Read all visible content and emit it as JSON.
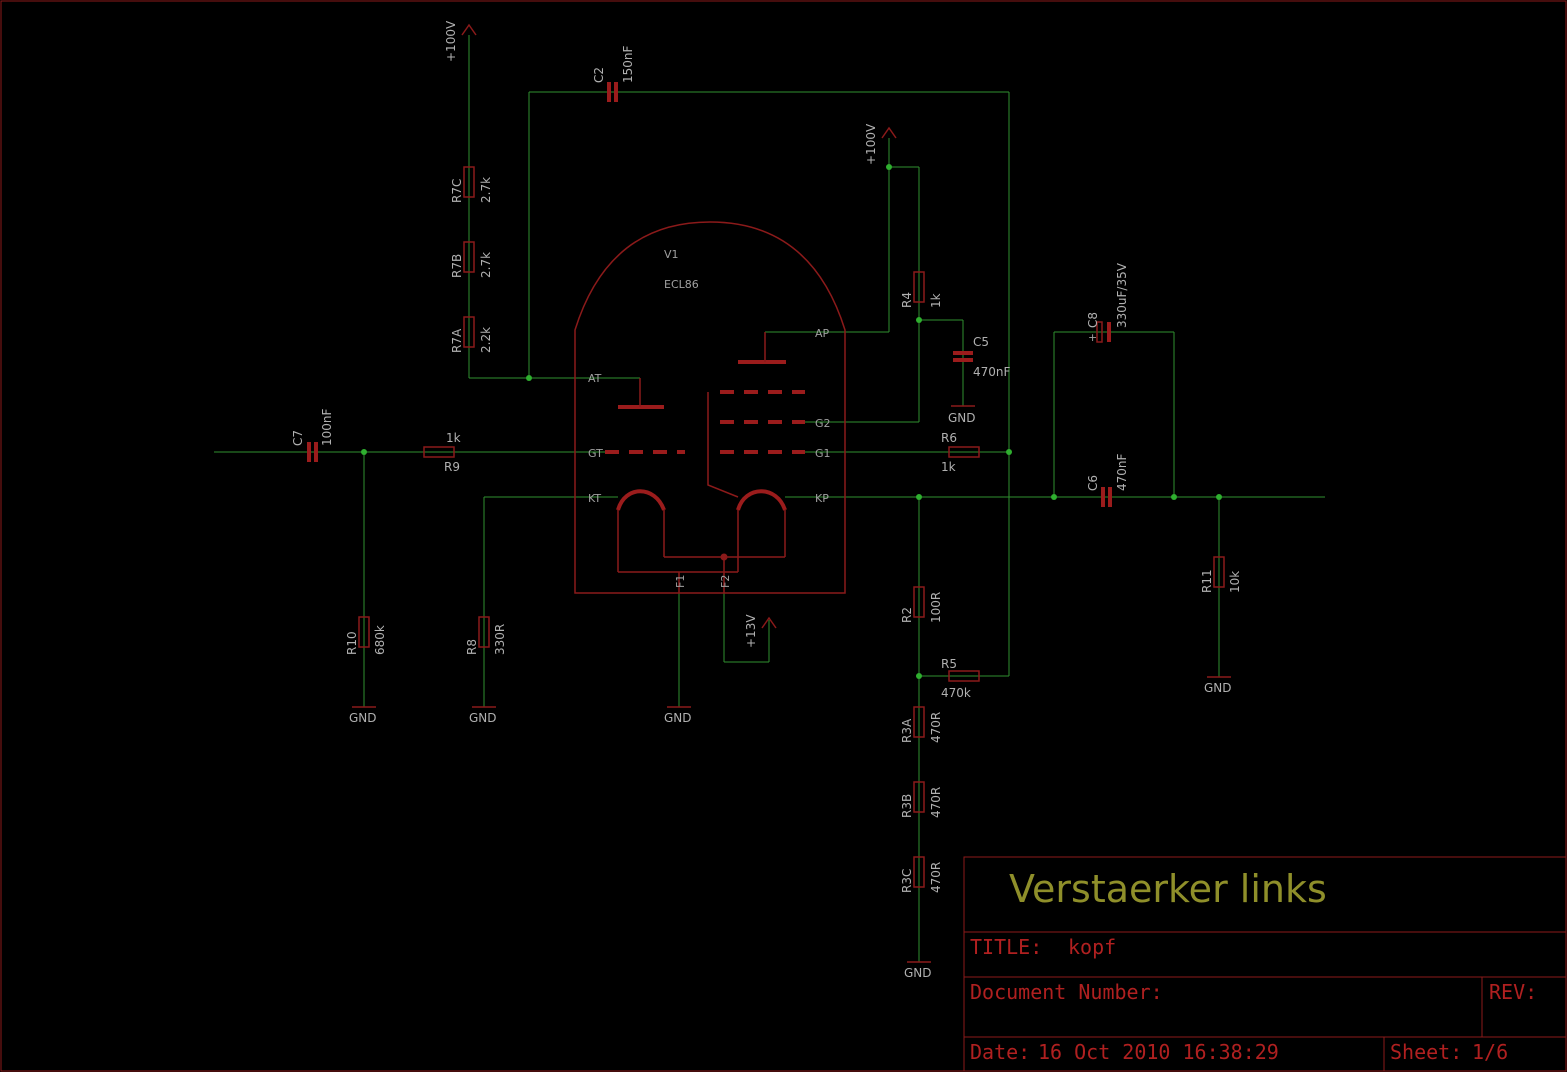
{
  "supplies": {
    "v100_a": "+100V",
    "v100_b": "+100V",
    "v13": "+13V"
  },
  "tube": {
    "name": "V1",
    "type": "ECL86",
    "pins": {
      "at": "AT",
      "gt": "GT",
      "kt": "KT",
      "ap": "AP",
      "g2": "G2",
      "g1": "G1",
      "kp": "KP",
      "f1": "F1",
      "f2": "F2"
    }
  },
  "parts": {
    "c2": {
      "name": "C2",
      "value": "150nF"
    },
    "r7c": {
      "name": "R7C",
      "value": "2.7k"
    },
    "r7b": {
      "name": "R7B",
      "value": "2.7k"
    },
    "r7a": {
      "name": "R7A",
      "value": "2.2k"
    },
    "r4": {
      "name": "R4",
      "value": "1k"
    },
    "c5": {
      "name": "C5",
      "value": "470nF"
    },
    "c8": {
      "name": "C8",
      "value": "330uF/35V",
      "polarity": "+"
    },
    "c7": {
      "name": "C7",
      "value": "100nF"
    },
    "r9": {
      "name": "R9",
      "value": "1k"
    },
    "r6": {
      "name": "R6",
      "value": "1k"
    },
    "c6": {
      "name": "C6",
      "value": "470nF"
    },
    "r10": {
      "name": "R10",
      "value": "680k"
    },
    "r8": {
      "name": "R8",
      "value": "330R"
    },
    "r2": {
      "name": "R2",
      "value": "100R"
    },
    "r5": {
      "name": "R5",
      "value": "470k"
    },
    "r3a": {
      "name": "R3A",
      "value": "470R"
    },
    "r3b": {
      "name": "R3B",
      "value": "470R"
    },
    "r3c": {
      "name": "R3C",
      "value": "470R"
    },
    "r11": {
      "name": "R11",
      "value": "10k"
    }
  },
  "gnd": "GND",
  "titleblock": {
    "heading": "Verstaerker links",
    "title_label": "TITLE:",
    "title_value": "kopf",
    "docnum_label": "Document Number:",
    "rev_label": "REV:",
    "date_label": "Date:",
    "date_value": "16 Oct 2010 16:38:29",
    "sheet_label": "Sheet:",
    "sheet_value": "1/6"
  },
  "colors": {
    "wire": "#2f8f2f",
    "part": "#8b1a1a",
    "junction": "#2faf2f",
    "title": "#8f8f2a",
    "text": "#b0b0b0"
  }
}
